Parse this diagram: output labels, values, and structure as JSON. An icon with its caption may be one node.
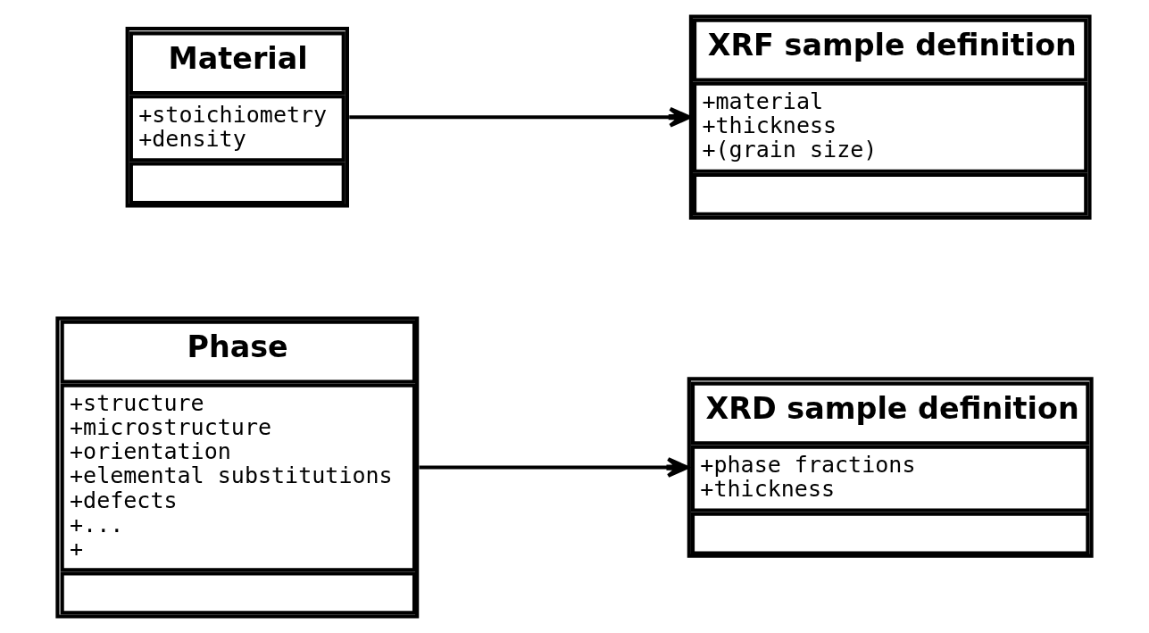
{
  "diagram": {
    "nodes": [
      {
        "text": [
          "Phase",
          "+structure",
          "+microstructure",
          "+orientation",
          "+elemental substitutions",
          "+defects",
          "+...",
          "+"
        ]
      },
      {
        "text": [
          "XRD sample definition",
          "+phase fractions",
          "+thickness"
        ]
      },
      {
        "text": [
          "Material",
          "+stoichiometry",
          "+density"
        ]
      },
      {
        "text": [
          "XRF sample definition",
          "+material",
          "+thickness",
          "+(grain size)"
        ]
      }
    ],
    "edges": [
      {
        "from": 0,
        "to": 1,
        "arrow": "to"
      },
      {
        "from": 2,
        "to": 3,
        "arrow": "to"
      }
    ]
  }
}
